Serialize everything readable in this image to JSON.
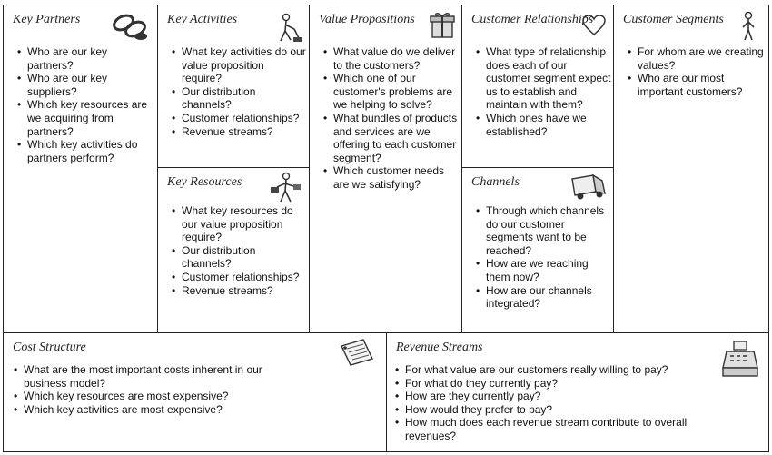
{
  "blocks": {
    "key_partners": {
      "title": "Key Partners",
      "items": [
        "Who are our key partners?",
        "Who are our key suppliers?",
        "Which key resources are we acquiring from partners?",
        "Which key activities do partners perform?"
      ],
      "icon": "chain-link-icon"
    },
    "key_activities": {
      "title": "Key Activities",
      "items": [
        "What key activities do our value proposition require?",
        "Our distribution channels?",
        "Customer relationships?",
        "Revenue streams?"
      ],
      "icon": "worker-icon"
    },
    "key_resources": {
      "title": "Key Resources",
      "items": [
        "What key resources do our value proposition require?",
        "Our distribution channels?",
        "Customer relationships?",
        "Revenue streams?"
      ],
      "icon": "worker-lifting-icon"
    },
    "value_propositions": {
      "title": "Value Propositions",
      "items": [
        "What value do we deliver to the customers?",
        "Which one of our customer's problems are we helping to solve?",
        "What bundles of products and services are we offering to each customer segment?",
        "Which customer needs are we satisfying?"
      ],
      "icon": "gift-box-icon"
    },
    "customer_relationships": {
      "title": "Customer Relationships",
      "items": [
        "What type of relationship does each of our customer segment expect us to establish and maintain with them?",
        "Which ones have we established?"
      ],
      "icon": "heart-icon"
    },
    "channels": {
      "title": "Channels",
      "items": [
        "Through which channels do our customer segments want to be reached?",
        "How are we reaching them now?",
        "How are our channels integrated?"
      ],
      "icon": "delivery-truck-icon"
    },
    "customer_segments": {
      "title": "Customer Segments",
      "items": [
        "For whom are we creating values?",
        "Who are our most important customers?"
      ],
      "icon": "person-icon"
    },
    "cost_structure": {
      "title": "Cost Structure",
      "items": [
        "What are the most important costs inherent in our business model?",
        "Which key resources are most expensive?",
        "Which key activities are most expensive?"
      ],
      "icon": "price-tag-icon"
    },
    "revenue_streams": {
      "title": "Revenue Streams",
      "items": [
        "For what value are our customers really willing to pay?",
        "For what do they currently pay?",
        "How are they currently pay?",
        "How would they prefer to pay?",
        "How much does each revenue stream contribute to overall revenues?"
      ],
      "icon": "cash-register-icon"
    }
  }
}
